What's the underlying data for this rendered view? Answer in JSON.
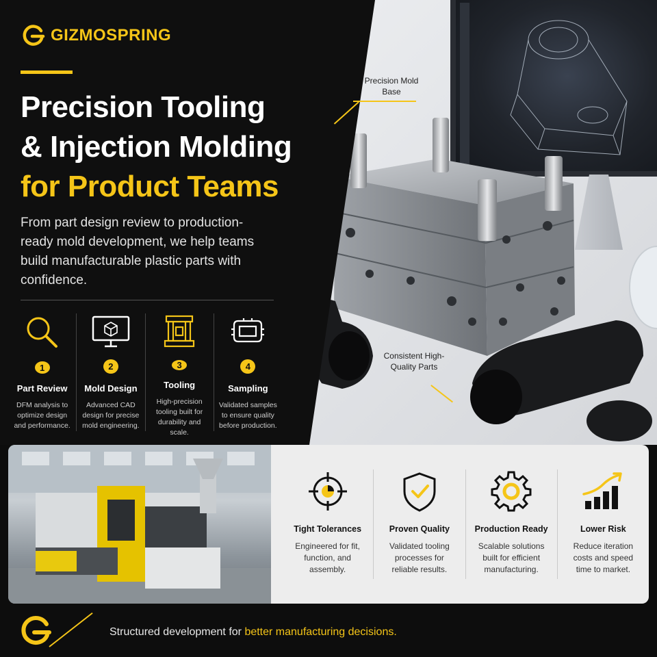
{
  "brand": {
    "name": "GIZMOSPRING",
    "color": "#f5c518"
  },
  "headline": {
    "line1": "Precision Tooling",
    "line2": "& Injection Molding",
    "line3": "for Product Teams"
  },
  "intro": "From part design review to production-ready mold development, we help teams build manufacturable plastic parts with confidence.",
  "steps": [
    {
      "num": "1",
      "title": "Part Review",
      "desc": "DFM analysis to optimize design and performance.",
      "icon": "magnifier-icon"
    },
    {
      "num": "2",
      "title": "Mold Design",
      "desc": "Advanced CAD design for precise mold engineering.",
      "icon": "monitor-cube-icon"
    },
    {
      "num": "3",
      "title": "Tooling",
      "desc": "High-precision tooling built for durability and scale.",
      "icon": "mold-tool-icon"
    },
    {
      "num": "4",
      "title": "Sampling",
      "desc": "Validated samples to ensure quality before production.",
      "icon": "sample-part-icon"
    }
  ],
  "callouts": {
    "mold_base": "Precision Mold Base",
    "parts": "Consistent High-Quality Parts"
  },
  "benefits": [
    {
      "title": "Tight Tolerances",
      "desc": "Engineered for fit, function, and assembly.",
      "icon": "target-icon"
    },
    {
      "title": "Proven Quality",
      "desc": "Validated tooling processes for reliable results.",
      "icon": "shield-check-icon"
    },
    {
      "title": "Production Ready",
      "desc": "Scalable solutions built for efficient manufacturing.",
      "icon": "gear-icon"
    },
    {
      "title": "Lower Risk",
      "desc": "Reduce iteration costs and speed time to market.",
      "icon": "growth-chart-icon"
    }
  ],
  "footer": {
    "text_start": "Structured development for ",
    "text_highlight": "better manufacturing decisions."
  }
}
